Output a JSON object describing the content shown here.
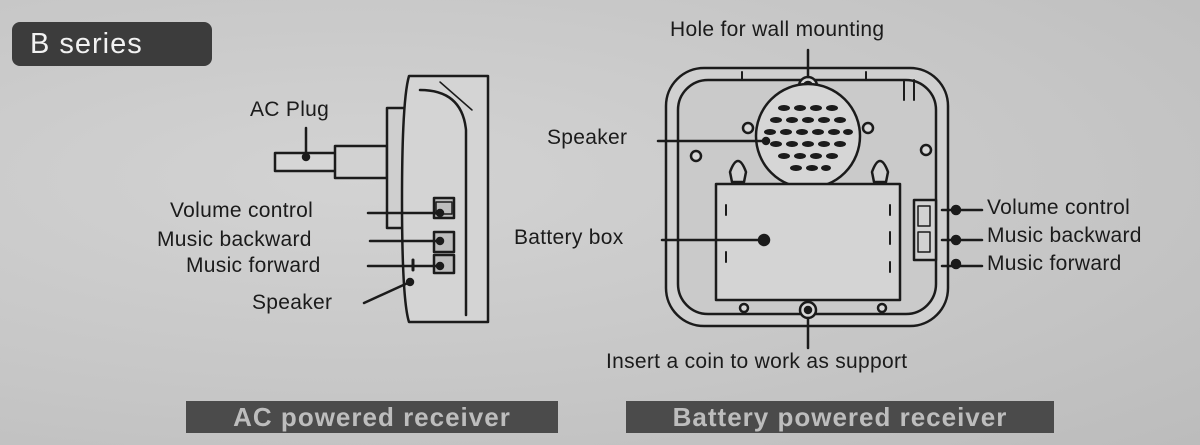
{
  "header": {
    "series_label": "B series"
  },
  "ac_receiver": {
    "title": "AC powered receiver",
    "labels": {
      "ac_plug": "AC Plug",
      "volume_control": "Volume control",
      "music_backward": "Music backward",
      "music_forward": "Music forward",
      "speaker": "Speaker"
    }
  },
  "battery_receiver": {
    "title": "Battery powered receiver",
    "labels": {
      "hole_for_wall_mounting": "Hole for wall mounting",
      "speaker": "Speaker",
      "battery_box": "Battery box",
      "volume_control": "Volume control",
      "music_backward": "Music backward",
      "music_forward": "Music forward",
      "insert_coin": "Insert a coin to work as support"
    }
  }
}
